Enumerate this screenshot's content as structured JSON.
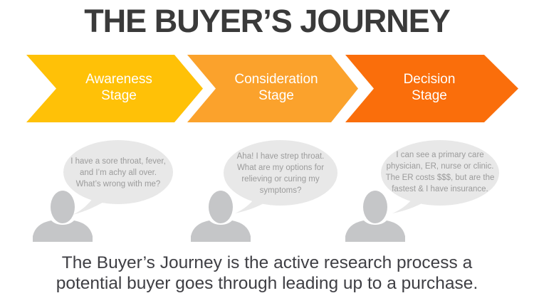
{
  "title": "THE BUYER’S JOURNEY",
  "stages": [
    {
      "name": "Awareness Stage",
      "label_line1": "Awareness",
      "label_line2": "Stage",
      "color": "#FFC107"
    },
    {
      "name": "Consideration Stage",
      "label_line1": "Consideration",
      "label_line2": "Stage",
      "color": "#FBA22C"
    },
    {
      "name": "Decision Stage",
      "label_line1": "Decision",
      "label_line2": "Stage",
      "color": "#FA6E0B"
    }
  ],
  "figures": [
    {
      "stage": "Awareness Stage",
      "bubble_lines": {
        "0": "I have a sore throat, fever,",
        "1": "and I’m achy all over.",
        "2": "What’s wrong with me?"
      }
    },
    {
      "stage": "Consideration Stage",
      "bubble_lines": {
        "0": "Aha! I have strep throat.",
        "1": "What are my options for",
        "2": "relieving or curing my",
        "3": "symptoms?"
      }
    },
    {
      "stage": "Decision Stage",
      "bubble_lines": {
        "0": "I can see a primary care",
        "1": "physician, ER, nurse or clinic.",
        "2": "The ER costs $$$, but are the",
        "3": "fastest & I have insurance."
      }
    }
  ],
  "caption": {
    "line1": "The Buyer’s Journey is the active research process a",
    "line2": "potential buyer goes through leading up to a purchase."
  },
  "colors": {
    "title_text": "#3A3A3A",
    "stage_label_text": "#FFFFFF",
    "bubble_fill": "#E8E8E8",
    "bubble_text": "#9B9B9B",
    "person_fill": "#C5C6C8",
    "caption_text": "#3F3F44"
  }
}
